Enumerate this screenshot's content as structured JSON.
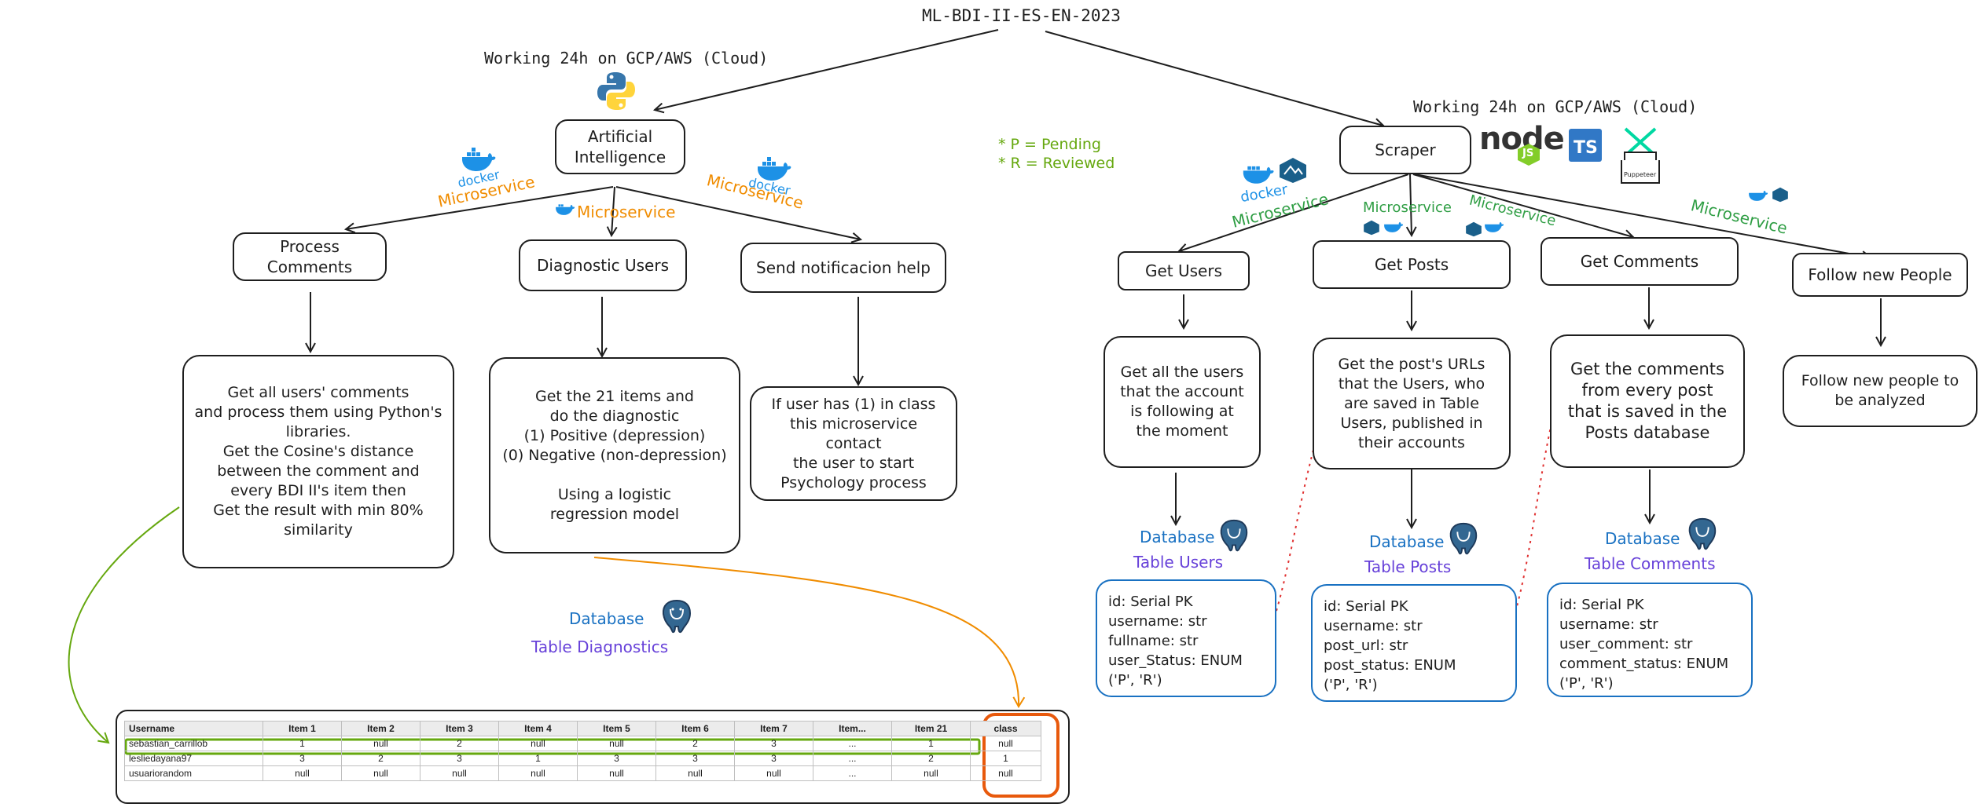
{
  "title": "ML-BDI-II-ES-EN-2023",
  "left_header": "Working 24h on GCP/AWS (Cloud)",
  "right_header": "Working 24h on GCP/AWS (Cloud)",
  "legend": {
    "pending": "* P = Pending",
    "reviewed": "* R = Reviewed"
  },
  "microservice_label": "Microservice",
  "docker_label": "docker",
  "ai": {
    "node": "Artificial\nIntelligence",
    "process_comments": "Process Comments",
    "diagnostic_users": "Diagnostic Users",
    "send_help": "Send notificacion help",
    "process_note": "Get all users' comments\nand process them using Python's\nlibraries.\nGet the Cosine's distance\nbetween the comment and\nevery BDI II's item then\nGet the result with min 80%\nsimilarity",
    "diagnostic_note": "Get the 21 items and\ndo the diagnostic\n(1) Positive (depression)\n(0) Negative (non-depression)\n\nUsing a logistic\nregression model",
    "help_note": "If user has (1) in class\nthis microservice contact\nthe user to start\nPsychology process",
    "db_label": "Database",
    "db_table": "Table Diagnostics"
  },
  "scraper": {
    "node": "Scraper",
    "get_users": "Get Users",
    "get_posts": "Get Posts",
    "get_comments": "Get Comments",
    "follow": "Follow new People",
    "users_note": "Get all the users\nthat the account\nis following at\nthe moment",
    "posts_note": "Get the post's URLs\nthat the Users, who\nare saved in Table\nUsers, published in\ntheir accounts",
    "comments_note": "Get the comments\nfrom every post\nthat is saved in the\nPosts database",
    "follow_note": "Follow new people to\nbe analyzed",
    "ts_label": "TS",
    "puppeteer_label": "Puppeteer",
    "node_label": "node",
    "node_js": "JS"
  },
  "databases": [
    {
      "db": "Database",
      "table": "Table Users",
      "schema": "id: Serial PK\nusername: str\nfullname: str\nuser_Status: ENUM\n('P', 'R')"
    },
    {
      "db": "Database",
      "table": "Table Posts",
      "schema": "id: Serial PK\nusername: str\npost_url: str\npost_status: ENUM\n('P', 'R')"
    },
    {
      "db": "Database",
      "table": "Table Comments",
      "schema": "id: Serial PK\nusername: str\nuser_comment: str\ncomment_status: ENUM\n('P', 'R')"
    }
  ],
  "diagnostics_table": {
    "headers": [
      "Username",
      "Item 1",
      "Item 2",
      "Item 3",
      "Item 4",
      "Item 5",
      "Item 6",
      "Item 7",
      "Item...",
      "Item 21",
      "class"
    ],
    "rows": [
      [
        "sebastian_carrillob",
        "1",
        "null",
        "2",
        "null",
        "null",
        "2",
        "3",
        "...",
        "1",
        "null"
      ],
      [
        "lesliedayana97",
        "3",
        "2",
        "3",
        "1",
        "3",
        "3",
        "3",
        "...",
        "2",
        "1"
      ],
      [
        "usuariorandom",
        "null",
        "null",
        "null",
        "null",
        "null",
        "null",
        "null",
        "...",
        "null",
        "null"
      ]
    ]
  },
  "colors": {
    "stroke": "#1e1e1e",
    "database_blue": "#1971c2",
    "table_purple": "#6741d9",
    "microservice_orange": "#f08c00",
    "microservice_green": "#2f9e44",
    "legend_green": "#66a80f",
    "highlight_green": "#66a80f",
    "highlight_orange": "#e8590c",
    "dotted_red": "#e03131",
    "docker_blue": "#1d91e6",
    "ts_blue": "#3178c6",
    "node_green": "#83cd29"
  },
  "icons": [
    "python-icon",
    "docker-icon",
    "postgresql-icon",
    "nodejs-icon",
    "typescript-icon",
    "puppeteer-icon",
    "aws-icon"
  ]
}
